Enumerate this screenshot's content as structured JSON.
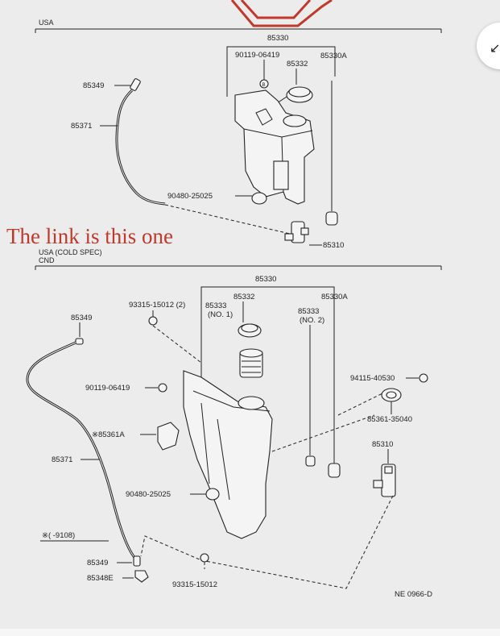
{
  "sections": {
    "usa": "USA",
    "usa_cold_1": "USA (COLD SPEC)",
    "usa_cold_2": "CND"
  },
  "annotation": {
    "text": "The link is this one",
    "color": "#c0392b"
  },
  "top": {
    "p85330": "85330",
    "p90119": "90119-06419",
    "p85332": "85332",
    "p85330A": "85330A",
    "p85349": "85349",
    "p85371": "85371",
    "p90480": "90480-25025",
    "p85310": "85310"
  },
  "bottom": {
    "p85330": "85330",
    "p93315_2": "93315-15012 (2)",
    "p85332": "85332",
    "p85330A": "85330A",
    "p85333_no1_a": "85333",
    "p85333_no1_b": "(NO. 1)",
    "p85333_no2_a": "85333",
    "p85333_no2_b": "(NO. 2)",
    "p85349": "85349",
    "p94115": "94115-40530",
    "p90119": "90119-06419",
    "p85361_35040": "85361-35040",
    "p85361A": "※85361A",
    "p85310": "85310",
    "p85371": "85371",
    "p90480": "90480-25025",
    "p9108": "※(     -9108)",
    "p85349b": "85349",
    "p8534BE": "85348E",
    "p93315": "93315-15012",
    "ref": "NE 0966-D"
  },
  "icons": {
    "nav": "collapse-arrow-icon",
    "top_arrow": "red-outline-arrow-icon"
  }
}
